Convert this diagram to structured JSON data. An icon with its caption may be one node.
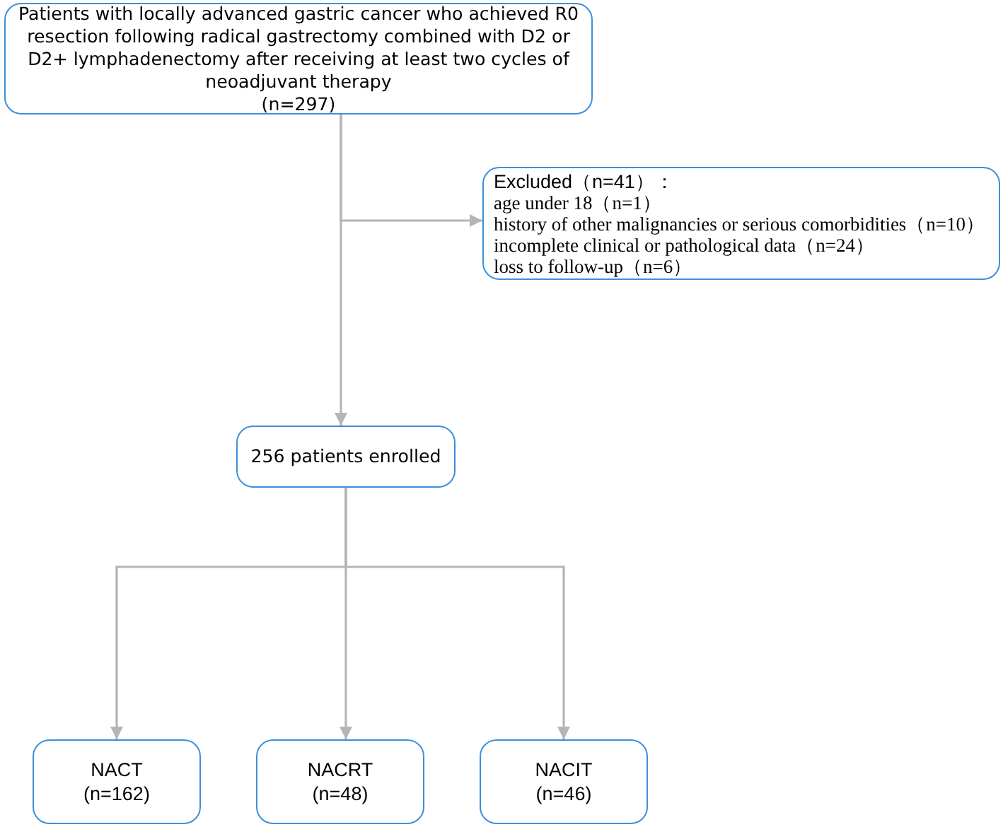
{
  "diagram": {
    "nodes": [
      {
        "text": [
          "Patients with locally advanced gastric cancer who achieved R0 resection following radical gastrectomy combined with D2 or D2+ lymphadenectomy after receiving at least two cycles of neoadjuvant therapy",
          "(n=297)"
        ]
      },
      {
        "text": [
          "Excluded（n=41）：",
          "age under 18（n=1）",
          "history of other malignancies or serious comorbidities（n=10）",
          "incomplete clinical or pathological data（n=24）",
          "loss to follow-up（n=6）"
        ]
      },
      {
        "text": [
          "256 patients enrolled"
        ]
      },
      {
        "text": [
          "NACT",
          "(n=162)"
        ]
      },
      {
        "text": [
          "NACRT",
          "(n=48)"
        ]
      },
      {
        "text": [
          "NACIT",
          "(n=46)"
        ]
      }
    ],
    "edges": [
      {
        "from": 0,
        "to": 2,
        "arrow": "to"
      },
      {
        "from": 0,
        "to": 1,
        "arrow": "to"
      },
      {
        "from": 2,
        "to": 3,
        "arrow": "to"
      },
      {
        "from": 2,
        "to": 4,
        "arrow": "to"
      },
      {
        "from": 2,
        "to": 5,
        "arrow": "to"
      }
    ]
  }
}
